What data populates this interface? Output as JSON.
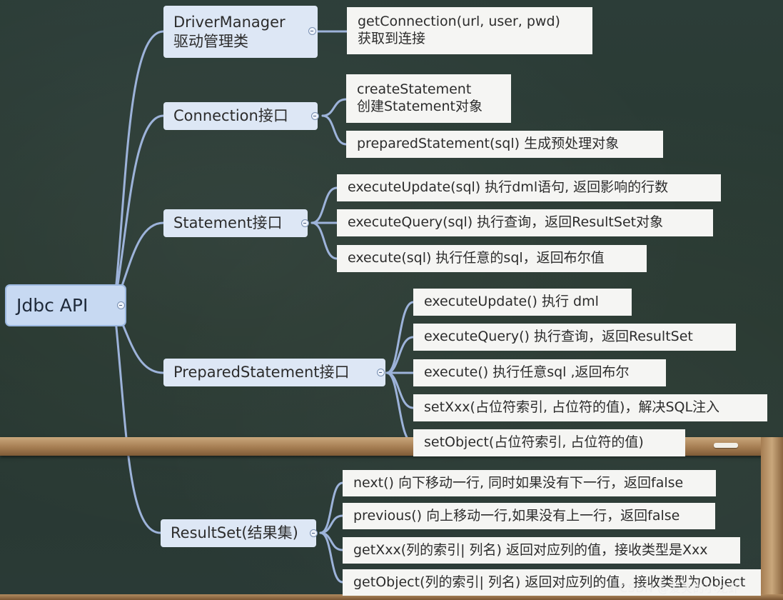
{
  "root": {
    "label": "Jdbc API"
  },
  "branches": {
    "driver_manager": {
      "label": "DriverManager",
      "sublabel": "驱动管理类",
      "children": [
        {
          "line1": "getConnection(url, user, pwd)",
          "line2": "获取到连接"
        }
      ]
    },
    "connection": {
      "label": "Connection接口",
      "children": [
        {
          "line1": "createStatement",
          "line2": "创建Statement对象"
        },
        {
          "line1": "preparedStatement(sql) 生成预处理对象"
        }
      ]
    },
    "statement": {
      "label": "Statement接口",
      "children": [
        {
          "line1": "executeUpdate(sql) 执行dml语句, 返回影响的行数"
        },
        {
          "line1": "executeQuery(sql) 执行查询，返回ResultSet对象"
        },
        {
          "line1": "execute(sql) 执行任意的sql，返回布尔值"
        }
      ]
    },
    "prepared_statement": {
      "label": "PreparedStatement接口",
      "children": [
        {
          "line1": "executeUpdate() 执行 dml"
        },
        {
          "line1": "executeQuery() 执行查询，返回ResultSet"
        },
        {
          "line1": "execute() 执行任意sql ,返回布尔"
        },
        {
          "line1": "setXxx(占位符索引, 占位符的值)，解决SQL注入"
        },
        {
          "line1": "setObject(占位符索引, 占位符的值)"
        }
      ]
    },
    "result_set": {
      "label": "ResultSet(结果集)",
      "children": [
        {
          "line1": "next() 向下移动一行, 同时如果没有下一行，返回false"
        },
        {
          "line1": "previous() 向上移动一行,如果没有上一行，返回false"
        },
        {
          "line1": "getXxx(列的索引| 列名) 返回对应列的值，接收类型是Xxx"
        },
        {
          "line1": "getObject(列的索引| 列名) 返回对应列的值，接收类型为Object"
        }
      ]
    }
  },
  "watermark": "CSDN @爱笑的小龙虾",
  "colors": {
    "board": "#2b3b36",
    "connector": "#9db3da",
    "root_fill": "#c7d9f2",
    "branch_fill": "#dde7f5",
    "leaf_fill": "#f5f5f3",
    "tray": "#a57d52"
  }
}
